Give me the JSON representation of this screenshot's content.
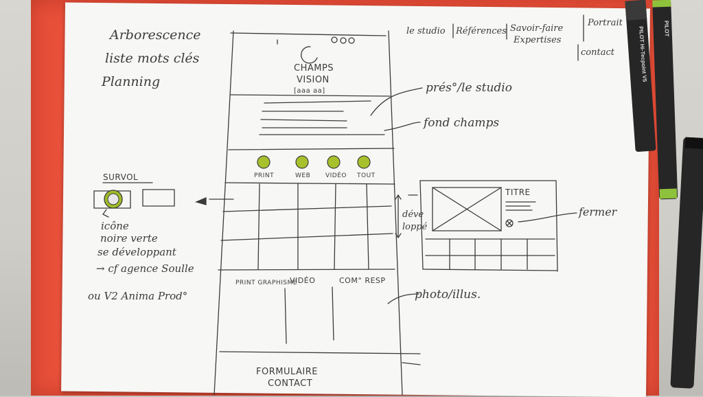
{
  "notes": {
    "top_left": [
      "Arborescence",
      "liste mots clés",
      "Planning"
    ],
    "nav": [
      "le studio",
      "Références",
      "Savoir-faire",
      "Expertises",
      "Portrait",
      "contact"
    ],
    "survol": "SURVOL",
    "survol_desc": [
      "icône",
      "noire verte",
      "se développant",
      "→ cf agence Soulle",
      "ou V2 Anima Prod°"
    ],
    "pres_studio": "prés°/le studio",
    "fond_champs": "fond champs",
    "developpe": [
      "déve",
      "loppé"
    ],
    "titre": "TITRE",
    "fermer": "fermer",
    "photo_illus": "photo/illus."
  },
  "wireframe": {
    "logo_line1": "CHAMPS",
    "logo_line2": "VISION",
    "logo_line3": "[aaa aa]",
    "filters": [
      "PRINT",
      "WEB",
      "VIDÉO",
      "TOUT"
    ],
    "sections": [
      "PRINT GRAPHISME",
      "VIDÉO",
      "COM° RESP"
    ],
    "footer_line1": "FORMULAIRE",
    "footer_line2": "CONTACT"
  },
  "pens": [
    "PILOT Hi-Tecpoint V5",
    "PILOT"
  ],
  "colors": {
    "folder": "#e8503a",
    "paper": "#f7f7f5",
    "ink": "#3b3b3b",
    "accent_green": "#8fb020"
  }
}
